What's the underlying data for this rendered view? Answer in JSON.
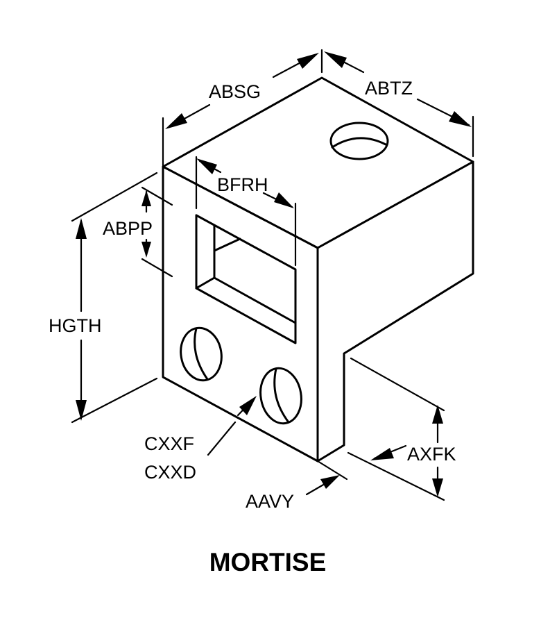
{
  "dimensions": {
    "absg": "ABSG",
    "abtz": "ABTZ",
    "bfrh": "BFRH",
    "abpp": "ABPP",
    "hgth": "HGTH",
    "cxxf": "CXXF",
    "cxxd": "CXXD",
    "aavy": "AAVY",
    "axfk": "AXFK"
  },
  "title": "MORTISE"
}
